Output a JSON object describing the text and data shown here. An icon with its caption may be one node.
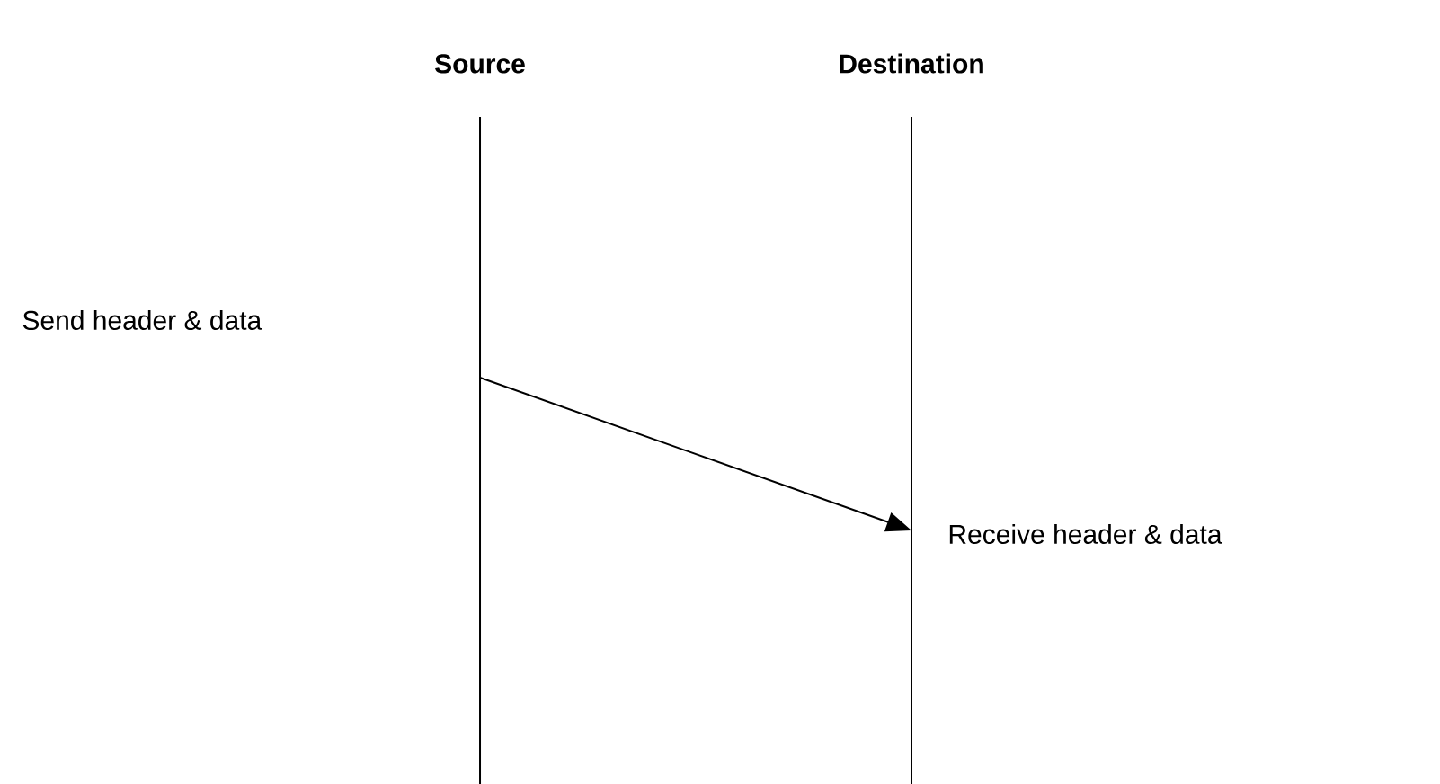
{
  "diagram": {
    "nodes": [
      {
        "text": [
          "Source"
        ]
      },
      {
        "text": [
          "Destination"
        ]
      }
    ],
    "edges": [
      {
        "from": 0,
        "to": 1,
        "arrow": "to"
      }
    ],
    "labels": [
      "Send header & data",
      "Receive header & data"
    ]
  }
}
